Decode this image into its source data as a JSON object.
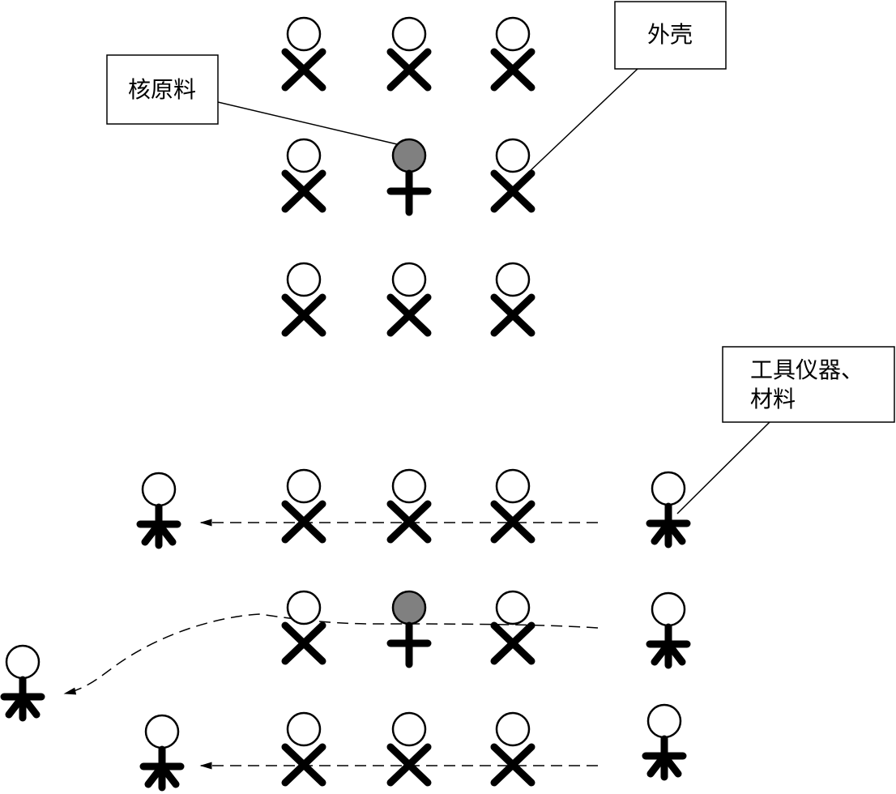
{
  "labels": {
    "core": "核原料",
    "shell": "外壳",
    "tools_line1": "工具仪器、",
    "tools_line2": "材料"
  },
  "legend_icons": {
    "shell_person": "x-figure-icon",
    "core_person": "plus-figure-icon",
    "tool_person": "asterisk-figure-icon"
  },
  "colors": {
    "core_head": "#808080",
    "ink": "#000000"
  }
}
